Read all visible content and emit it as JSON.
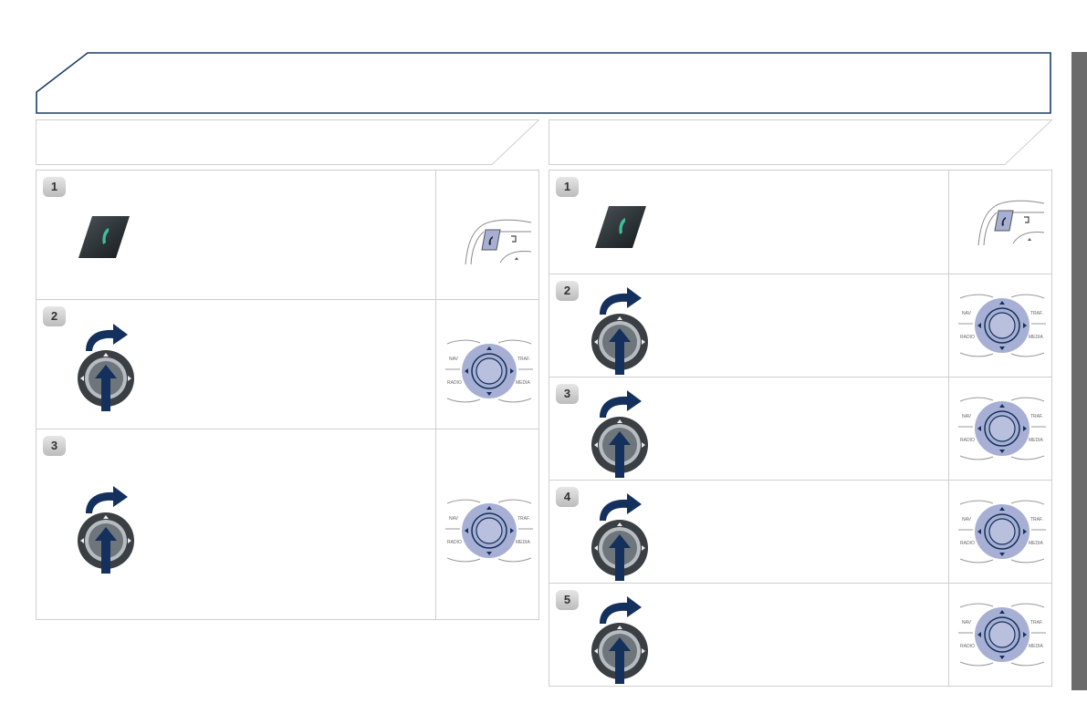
{
  "left_panel": {
    "steps": [
      {
        "number": "1",
        "action": "phone-button"
      },
      {
        "number": "2",
        "action": "rotate-press-knob"
      },
      {
        "number": "3",
        "action": "rotate-press-knob"
      }
    ]
  },
  "right_panel": {
    "steps": [
      {
        "number": "1",
        "action": "phone-button"
      },
      {
        "number": "2",
        "action": "rotate-press-knob"
      },
      {
        "number": "3",
        "action": "rotate-press-knob"
      },
      {
        "number": "4",
        "action": "rotate-press-knob"
      },
      {
        "number": "5",
        "action": "rotate-press-knob"
      }
    ]
  },
  "control_labels": {
    "nav": "NAV",
    "traffic": "TRAF.",
    "radio": "RADIO",
    "media": "MEDIA"
  },
  "colors": {
    "navy": "#14305c",
    "accent_phone": "#3fbf9f",
    "knob_halo": "#a7b0d4",
    "side_tab": "#6b6b6b"
  }
}
